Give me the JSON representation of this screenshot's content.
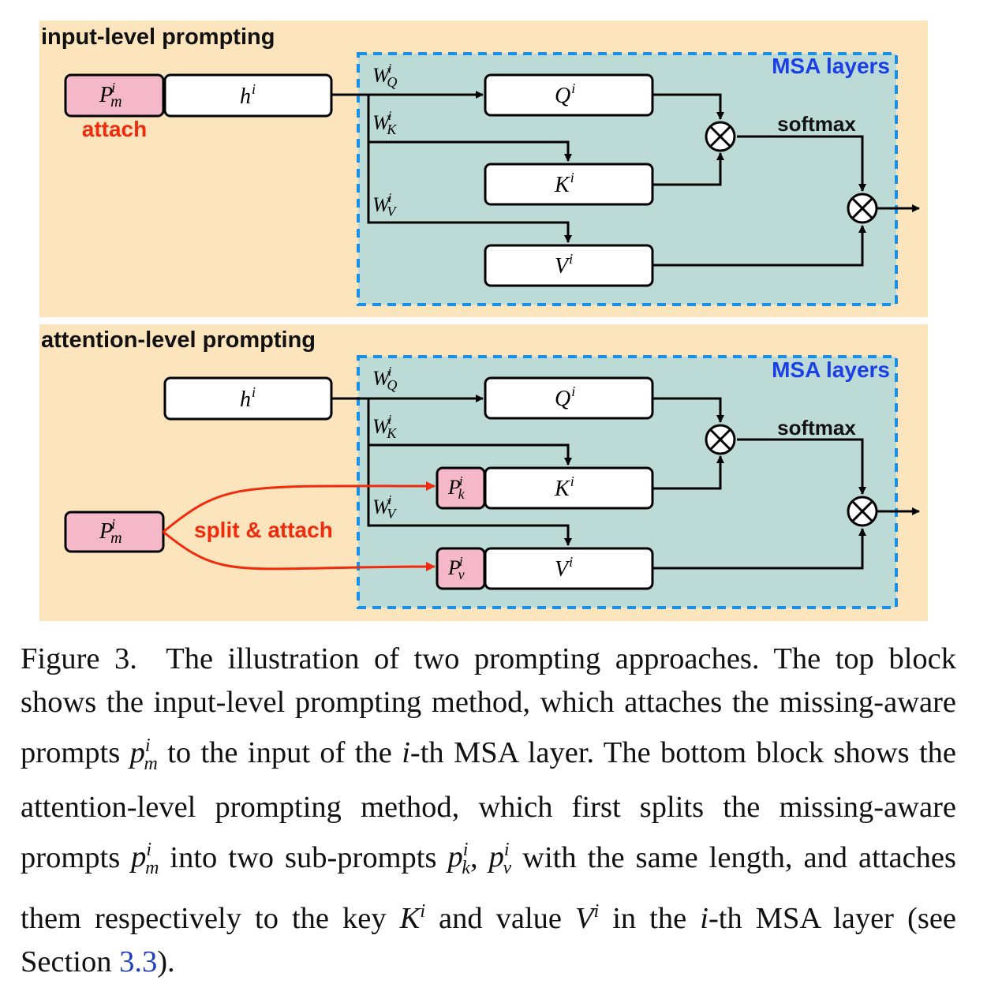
{
  "figure": {
    "top_panel": {
      "title": "input-level prompting",
      "msa_label": "MSA layers",
      "prompt_label": "attach",
      "softmax_label": "softmax",
      "boxes": {
        "prompt": "P",
        "prompt_sup": "i",
        "prompt_sub": "m",
        "h": "h",
        "h_sup": "i",
        "q": "Q",
        "k": "K",
        "v": "V",
        "sup": "i"
      },
      "weights": [
        {
          "base": "W",
          "sup": "i",
          "sub": "Q"
        },
        {
          "base": "W",
          "sup": "i",
          "sub": "K"
        },
        {
          "base": "W",
          "sup": "i",
          "sub": "V"
        }
      ]
    },
    "bottom_panel": {
      "title": "attention-level prompting",
      "msa_label": "MSA layers",
      "prompt_label": "split & attach",
      "softmax_label": "softmax",
      "boxes": {
        "prompt": "P",
        "prompt_sup": "i",
        "prompt_sub": "m",
        "pk": "P",
        "pk_sub": "k",
        "pv": "P",
        "pv_sub": "v",
        "h": "h",
        "h_sup": "i",
        "q": "Q",
        "k": "K",
        "v": "V",
        "sup": "i"
      },
      "weights": [
        {
          "base": "W",
          "sup": "i",
          "sub": "Q"
        },
        {
          "base": "W",
          "sup": "i",
          "sub": "K"
        },
        {
          "base": "W",
          "sup": "i",
          "sub": "V"
        }
      ]
    },
    "colors": {
      "panel_bg": "#fce4bd",
      "msa_bg": "#bddbd6",
      "msa_border": "#1a8fe6",
      "msa_label": "#1a3fe6",
      "prompt_fill": "#f5b8c9",
      "red": "#f02a0c"
    }
  },
  "caption": {
    "figure_num": "Figure 3.",
    "s1": "The illustration of two prompting approaches. The top block shows the input-level prompting method, which attaches the missing-aware prompts",
    "s2": "to the input of the",
    "s3": "-th MSA layer. The bottom block shows the attention-level prompting method, which first splits the missing-aware prompts",
    "s4": "into two sub-prompts",
    "s5": "with the same length, and attaches them respectively to the key",
    "s6": "and value",
    "s7": "in the",
    "s8": "-th MSA layer (see Section",
    "section_ref": "3.3",
    "s9": ").",
    "sym_p": "p",
    "sym_i": "i",
    "sym_m": "m",
    "sym_k": "k",
    "sym_v": "v",
    "sym_K": "K",
    "sym_V": "V",
    "comma": ","
  }
}
